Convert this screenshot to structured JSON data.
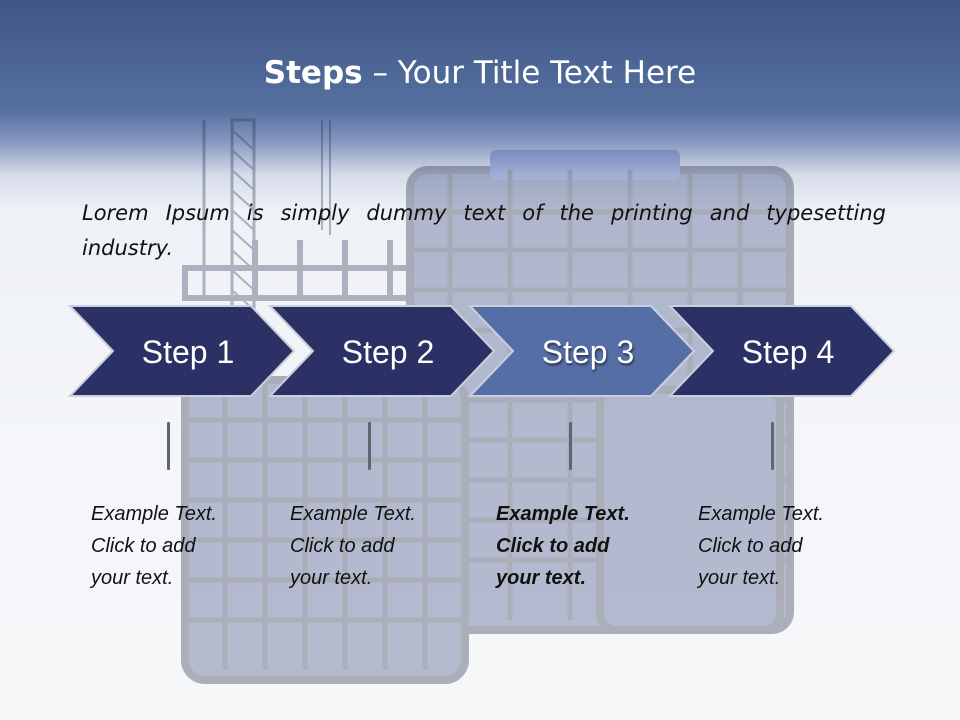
{
  "slide": {
    "title_bold": "Steps",
    "title_rest": " – Your Title Text Here",
    "intro": "Lorem Ipsum is simply dummy text of the printing and typesetting industry."
  },
  "steps": [
    {
      "label": "Step 1",
      "lines": [
        "Example Text.",
        "Click  to add",
        "your text."
      ],
      "active": false
    },
    {
      "label": "Step 2",
      "lines": [
        "Example Text.",
        "Click  to add",
        "your text."
      ],
      "active": false
    },
    {
      "label": "Step 3",
      "lines": [
        "Example Text.",
        "Click  to add",
        "your text."
      ],
      "active": true
    },
    {
      "label": "Step 4",
      "lines": [
        "Example Text.",
        "Click  to add",
        "your text."
      ],
      "active": false
    }
  ],
  "colors": {
    "header": "#4d6597",
    "arrow": "#2b3164",
    "arrow_active": "#566ea6",
    "arrow_border": "#c9cfdc"
  },
  "background_image": "building-under-construction-with-crane"
}
